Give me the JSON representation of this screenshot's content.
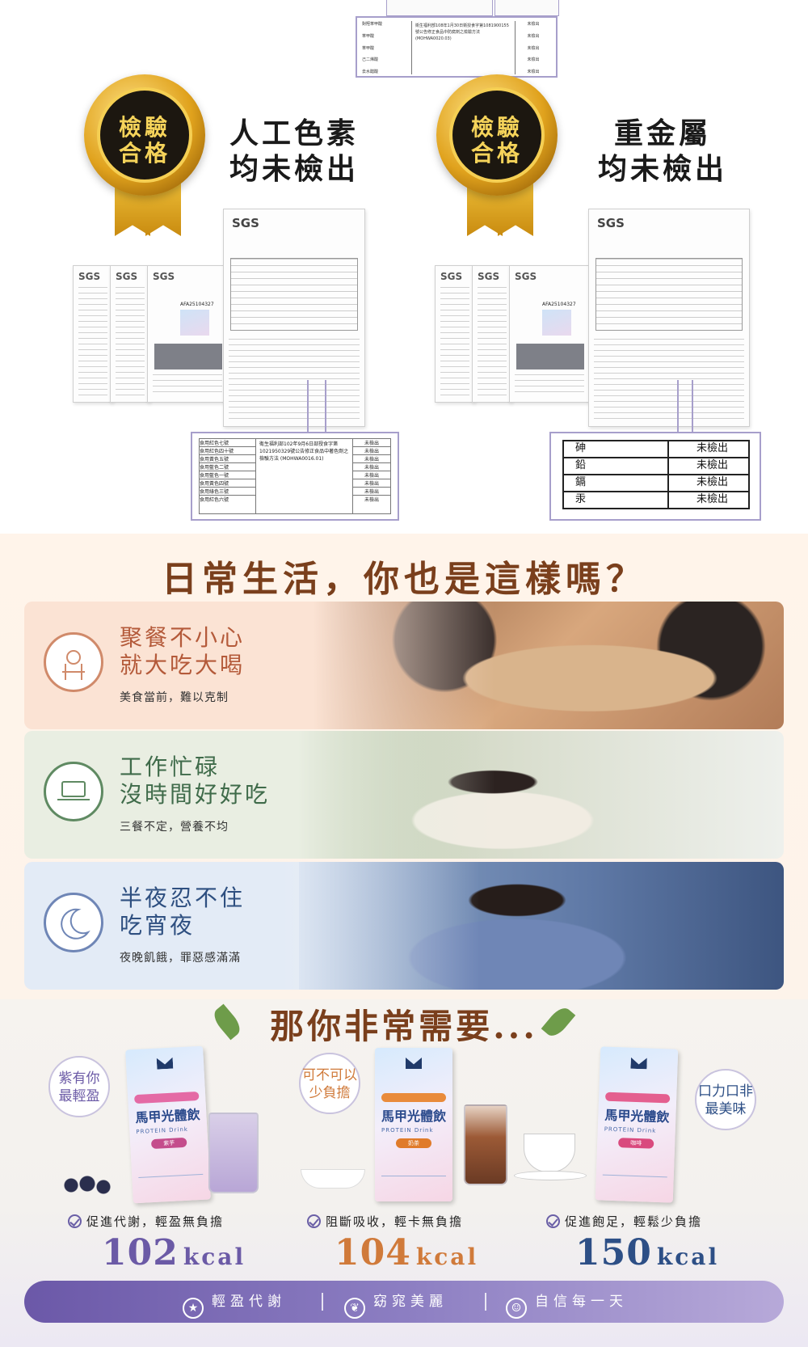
{
  "colors": {
    "accent_purple": "#a79fcb",
    "gold": "#f5cf53",
    "title_brown": "#7a3f1c",
    "card1_text": "#b45a3a",
    "card2_text": "#3f6b4a",
    "card3_text": "#2e4f80",
    "kcal_purple": "#6b5aa6",
    "kcal_orange": "#d07a3a",
    "kcal_blue": "#2d4f86"
  },
  "top_table": {
    "lines": [
      "對羥苯甲酸",
      "苯甲酸",
      "苯甲酸",
      "己二烯酸",
      "去水醋酸"
    ],
    "method": "衛生福利部108年1月30日衛授食字第1081900155號公告修正食品中防腐劑之檢驗方法 (MOHWA0020.03)",
    "result": "未檢出"
  },
  "left": {
    "badge_line1": "檢驗",
    "badge_line2": "合格",
    "headline_line1": "人工色素",
    "headline_line2": "均未檢出",
    "report_logo": "SGS",
    "report_code": "AFA25104327",
    "table_method": "衛生福利部102年9月6日部授食字第1021950329號公告修正食品中著色劑之檢驗方法 (MOHWA0016.01)",
    "table_rows": [
      "食用紅色七號",
      "食用紅色四十號",
      "食用黃色五號",
      "食用藍色二號",
      "食用藍色一號",
      "食用黃色四號",
      "食用綠色三號",
      "食用紅色六號"
    ],
    "result": "未檢出"
  },
  "right": {
    "badge_line1": "檢驗",
    "badge_line2": "合格",
    "headline_line1": "重金屬",
    "headline_line2": "均未檢出",
    "report_logo": "SGS",
    "report_code": "AFA25104327",
    "metals": [
      {
        "name": "砷",
        "result": "未檢出"
      },
      {
        "name": "鉛",
        "result": "未檢出"
      },
      {
        "name": "鎘",
        "result": "未檢出"
      },
      {
        "name": "汞",
        "result": "未檢出"
      }
    ]
  },
  "lifestyle": {
    "title": "日常生活，你也是這樣嗎？",
    "cards": [
      {
        "line1": "聚餐不小心",
        "line2": "就大吃大喝",
        "sub": "美食當前，難以克制",
        "icon": "dining-icon"
      },
      {
        "line1": "工作忙碌",
        "line2": "沒時間好好吃",
        "sub": "三餐不定，營養不均",
        "icon": "laptop-icon"
      },
      {
        "line1": "半夜忍不住",
        "line2": "吃宵夜",
        "sub": "夜晚飢餓，罪惡感滿滿",
        "icon": "moon-icon"
      }
    ]
  },
  "products": {
    "title": "那你非常需要...",
    "items": [
      {
        "bubble_line1": "紫有你",
        "bubble_line2": "最輕盈",
        "name": "馬甲光體飲",
        "sub": "PROTEIN Drink",
        "flavor": "紫芋",
        "benefit": "促進代謝，輕盈無負擔",
        "kcal": "102",
        "unit": "kcal"
      },
      {
        "bubble_line1": "可不可以",
        "bubble_line2": "少負擔",
        "name": "馬甲光體飲",
        "sub": "PROTEIN Drink",
        "flavor": "奶茶",
        "benefit": "阻斷吸收，輕卡無負擔",
        "kcal": "104",
        "unit": "kcal"
      },
      {
        "bubble_line1": "口力口非",
        "bubble_line2": "最美味",
        "name": "馬甲光體飲",
        "sub": "PROTEIN Drink",
        "flavor": "咖啡",
        "benefit": "促進飽足，輕鬆少負擔",
        "kcal": "150",
        "unit": "kcal"
      }
    ]
  },
  "footer": {
    "items": [
      {
        "label": "輕盈代謝",
        "icon": "star-icon"
      },
      {
        "label": "窈窕美麗",
        "icon": "leaf-icon"
      },
      {
        "label": "自信每一天",
        "icon": "smile-icon"
      }
    ]
  }
}
